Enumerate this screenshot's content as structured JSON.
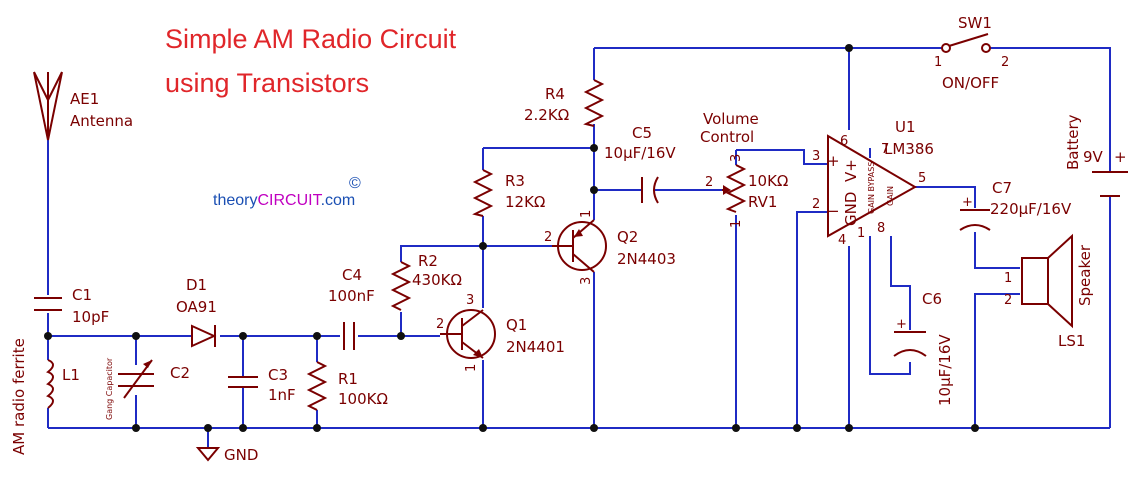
{
  "title": {
    "line1": "Simple AM Radio Circuit",
    "line2": "using Transistors"
  },
  "watermark": {
    "copyright": "©",
    "prefix": "theory",
    "brand": "CIRCUIT",
    "suffix": ".com"
  },
  "antenna": {
    "ref": "AE1",
    "name": "Antenna"
  },
  "ferrite": {
    "ref": "L1",
    "name": "AM radio ferrite"
  },
  "c1": {
    "ref": "C1",
    "value": "10pF"
  },
  "c2": {
    "ref": "C2",
    "name": "Gang Capacitor"
  },
  "d1": {
    "ref": "D1",
    "value": "OA91"
  },
  "c3": {
    "ref": "C3",
    "value": "1nF"
  },
  "r1": {
    "ref": "R1",
    "value": "100KΩ"
  },
  "gnd": {
    "name": "GND"
  },
  "c4": {
    "ref": "C4",
    "value": "100nF"
  },
  "r2": {
    "ref": "R2",
    "value": "430KΩ"
  },
  "q1": {
    "ref": "Q1",
    "value": "2N4401",
    "pins": [
      "1",
      "2",
      "3"
    ]
  },
  "r3": {
    "ref": "R3",
    "value": "12KΩ"
  },
  "q2": {
    "ref": "Q2",
    "value": "2N4403",
    "pins": [
      "1",
      "2",
      "3"
    ]
  },
  "r4": {
    "ref": "R4",
    "value": "2.2KΩ"
  },
  "c5": {
    "ref": "C5",
    "value": "10µF/16V"
  },
  "rv1": {
    "ref": "RV1",
    "value": "10KΩ",
    "name_line1": "Volume",
    "name_line2": "Control",
    "pins": [
      "1",
      "2",
      "3"
    ]
  },
  "u1": {
    "ref": "U1",
    "value": "LM386",
    "pins": [
      "1",
      "2",
      "3",
      "4",
      "5",
      "6",
      "7",
      "8"
    ],
    "plus": "+",
    "minus": "−",
    "text_gnd": "GND",
    "text_vplus": "V+",
    "text_gain_bypass": "GAIN BYPASS",
    "text_gain": "GAIN"
  },
  "c6": {
    "ref": "C6",
    "value": "10µF/16V",
    "plus": "+"
  },
  "c7": {
    "ref": "C7",
    "value": "220µF/16V",
    "plus": "+"
  },
  "speaker": {
    "ref": "LS1",
    "name": "Speaker",
    "pins": [
      "1",
      "2"
    ]
  },
  "sw1": {
    "ref": "SW1",
    "name": "ON/OFF",
    "pins": [
      "1",
      "2"
    ]
  },
  "battery": {
    "name": "Battery",
    "value": "9V",
    "plus": "+"
  },
  "colors": {
    "wire": "#1f2bc4",
    "component": "#7a0000",
    "title": "#e0262a",
    "watermark": "#1a4fb3",
    "brand": "#c000c0"
  }
}
